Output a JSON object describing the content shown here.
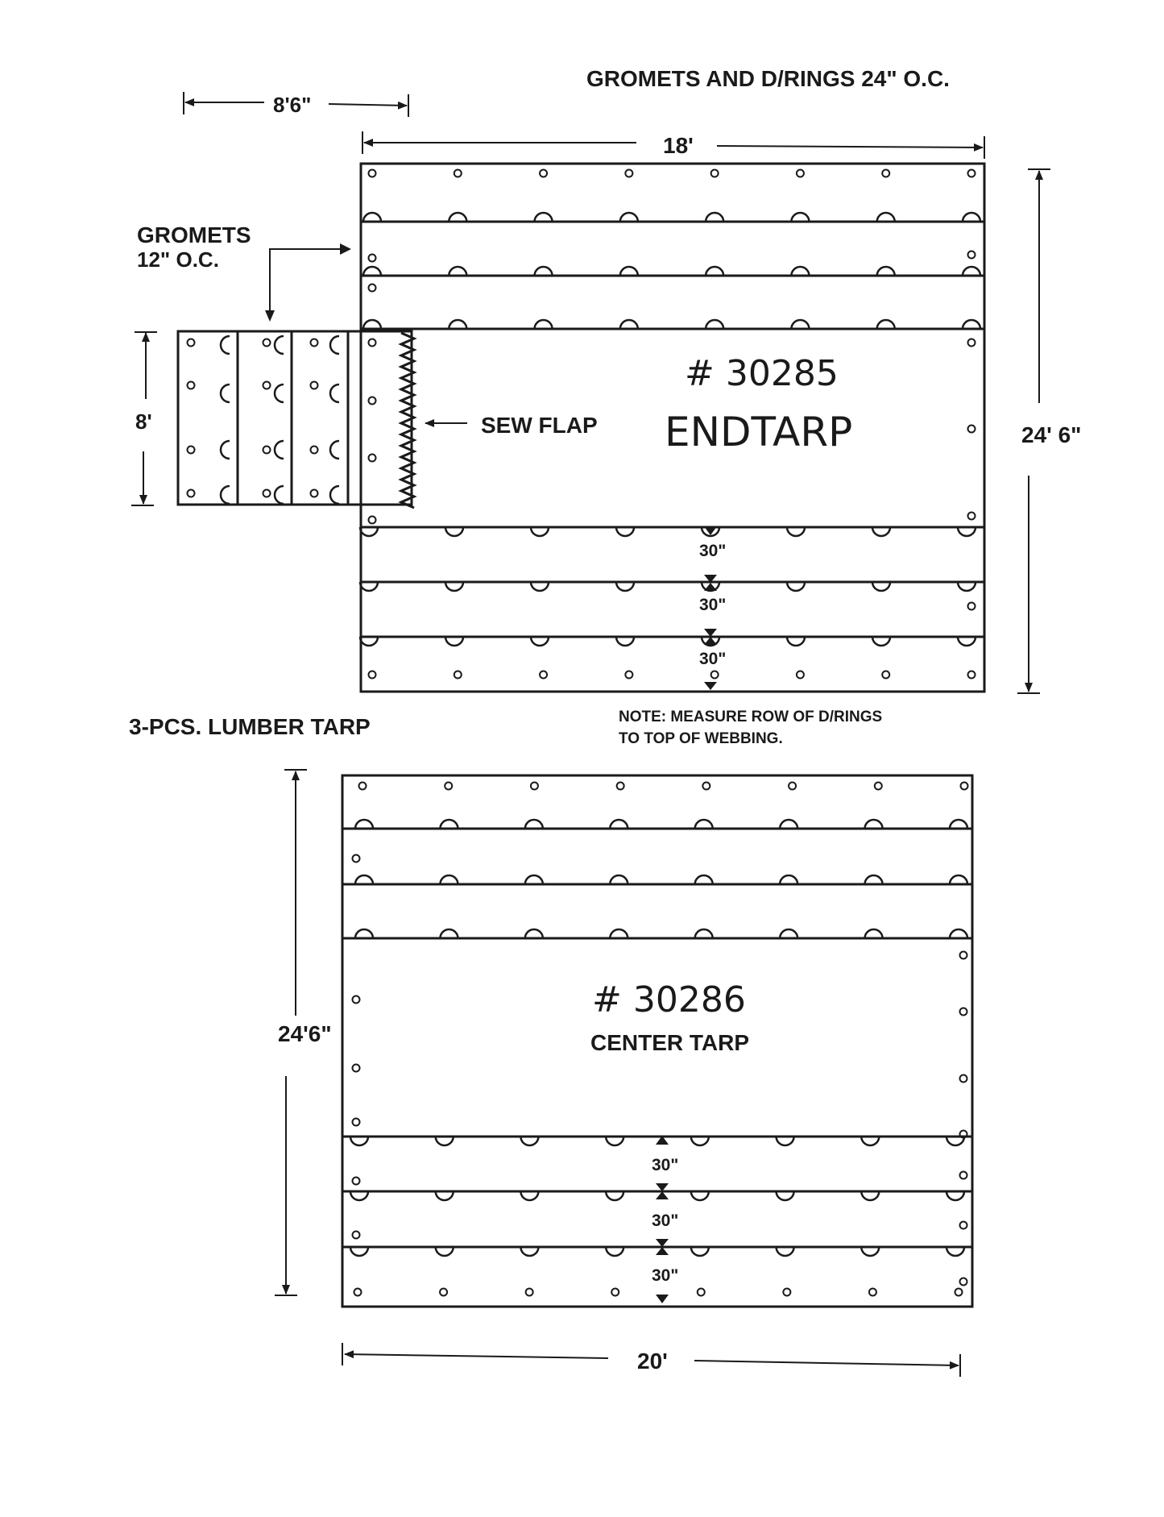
{
  "header": {
    "title": "GROMETS AND D/RINGS 24\" O.C."
  },
  "labels": {
    "gromets_note_line1": "GROMETS",
    "gromets_note_line2": "12\" O.C.",
    "sew_flap": "SEW FLAP",
    "tarp_set": "3-PCS. LUMBER TARP",
    "note_line1": "NOTE: MEASURE ROW OF D/RINGS",
    "note_line2": "TO TOP OF WEBBING."
  },
  "end_tarp": {
    "number": "# 30285",
    "name": "ENDTARP",
    "width": "18'",
    "height": "24' 6\"",
    "flap_width": "8'6\"",
    "flap_height": "8'",
    "spacing": [
      "30\"",
      "30\"",
      "30\""
    ]
  },
  "center_tarp": {
    "number": "# 30286",
    "name": "CENTER TARP",
    "width": "20'",
    "height": "24'6\"",
    "spacing": [
      "30\"",
      "30\"",
      "30\""
    ]
  }
}
